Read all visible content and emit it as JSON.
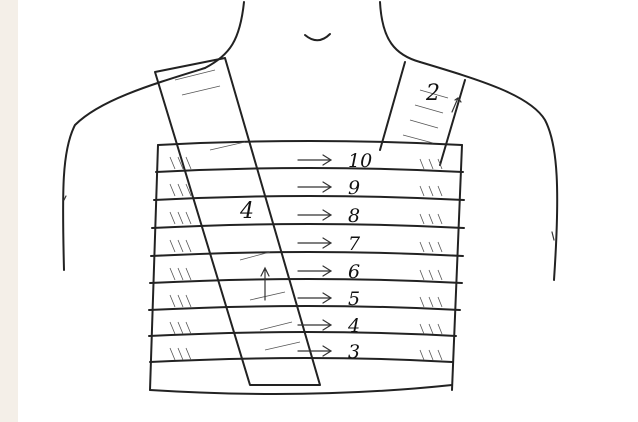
{
  "colors": {
    "background": "#ffffff",
    "ink": "#222222",
    "edge_tint": "#f4efe8"
  },
  "diagram": {
    "subject": "chest-bandage-illustration",
    "turn_labels": [
      "10",
      "9",
      "8",
      "7",
      "6",
      "5",
      "4",
      "3"
    ],
    "strap_labels": {
      "right_strap": "2",
      "diagonal_strap": "4"
    }
  }
}
